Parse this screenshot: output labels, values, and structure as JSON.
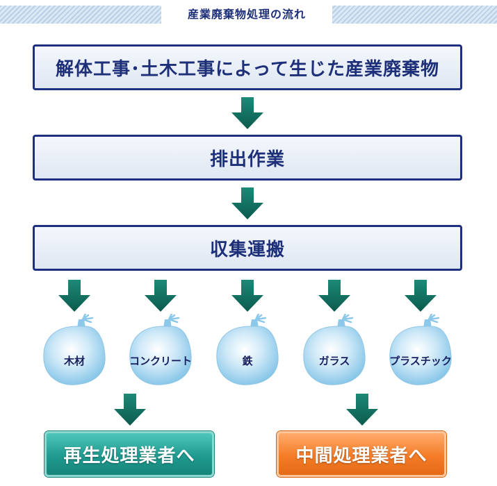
{
  "header": {
    "title": "産業廃棄物処理の流れ"
  },
  "steps": [
    {
      "label": "解体工事･土木工事によって生じた産業廃棄物"
    },
    {
      "label": "排出作業"
    },
    {
      "label": "収集運搬"
    }
  ],
  "waste_types": [
    {
      "label": "木材"
    },
    {
      "label": "コンクリート"
    },
    {
      "label": "鉄"
    },
    {
      "label": "ガラス"
    },
    {
      "label": "プラスチック"
    }
  ],
  "destinations": {
    "recycle": {
      "label": "再生処理業者へ",
      "color": "#1f9a8f"
    },
    "intermediate": {
      "label": "中間処理業者へ",
      "color": "#f47c27"
    }
  },
  "colors": {
    "arrow": "#0f6b5e",
    "box_border": "#1f2f80",
    "bag": "#9fd2ef"
  }
}
